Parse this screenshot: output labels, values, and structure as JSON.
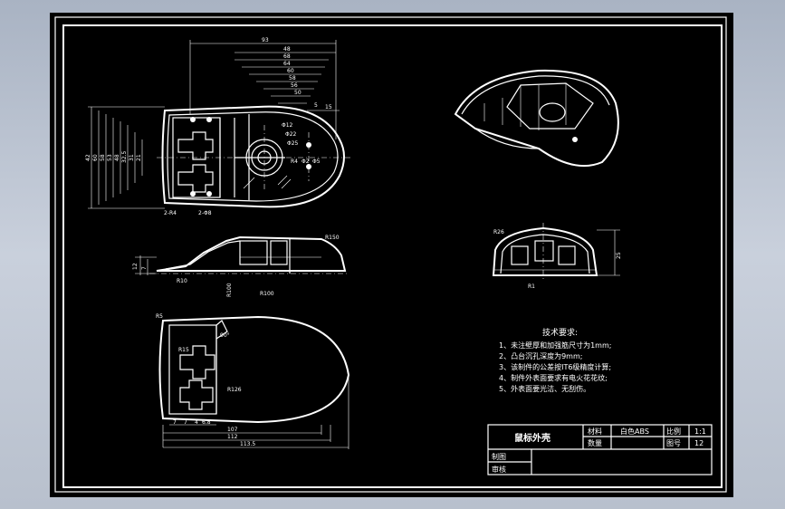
{
  "drawing": {
    "top_dims": [
      "93",
      "48",
      "68",
      "64",
      "60",
      "58",
      "56",
      "50",
      "5",
      "15"
    ],
    "left_dims": [
      "42",
      "60",
      "58",
      "53",
      "48",
      "32.5",
      "31",
      "21"
    ],
    "circle_dims": [
      "Φ12",
      "Φ22",
      "Φ25",
      "R4",
      "Φ2",
      "Φ5"
    ],
    "hole_labels": [
      "2-R4",
      "2-Φ8"
    ],
    "side_labels": [
      "R150",
      "R10",
      "R100",
      "R100"
    ],
    "side_dims": [
      "12",
      "7"
    ],
    "front_labels": [
      "R26",
      "R1"
    ],
    "front_dims": [
      "25"
    ],
    "bottom_labels": [
      "R5",
      "R15",
      "R126",
      "90°"
    ],
    "bottom_dims": [
      "7",
      "7",
      "4",
      "6.8",
      "107",
      "112",
      "113.5"
    ]
  },
  "notes": {
    "title": "技术要求:",
    "items": [
      "1、未注壁厚和加强筋尺寸为1mm;",
      "2、凸台沉孔深度为9mm;",
      "3、该制件的公差按IT6级精度计算;",
      "4、制件外表面要求有电火花花纹;",
      "5、外表面要光洁、无刮伤。"
    ]
  },
  "title_block": {
    "part_name": "鼠标外壳",
    "material_label": "材料",
    "material_value": "白色ABS",
    "scale_label": "比例",
    "scale_value": "1:1",
    "quantity_label": "数量",
    "drawing_no_label": "图号",
    "drawing_no_value": "12",
    "drawn_label": "制图",
    "checked_label": "审核"
  }
}
